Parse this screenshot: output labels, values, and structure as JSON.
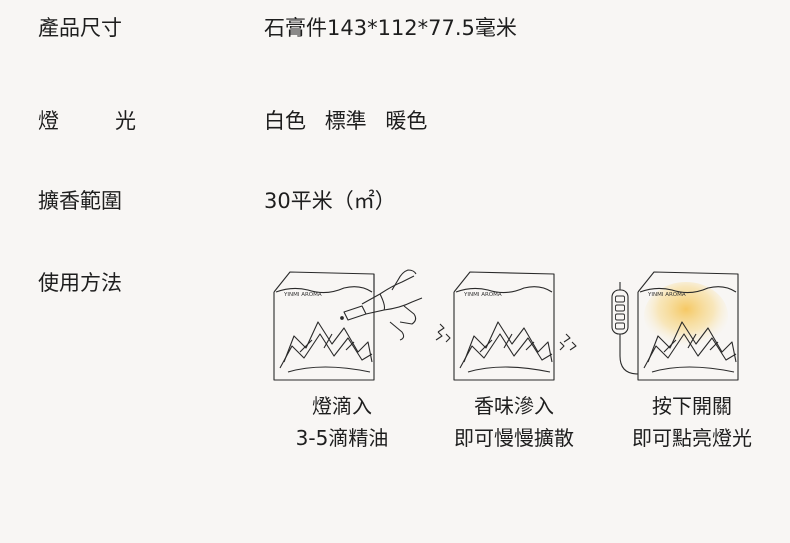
{
  "specs": {
    "size": {
      "label": "產品尺寸",
      "value": "石膏件143*112*77.5毫米"
    },
    "light": {
      "label_chars": [
        "燈",
        "光"
      ],
      "options": [
        "白色",
        "標準",
        "暖色"
      ]
    },
    "area": {
      "label": "擴香範圍",
      "value": "30平米（㎡）"
    },
    "usage": {
      "label": "使用方法"
    }
  },
  "brand_mark": "YINMI AROMA",
  "steps": [
    {
      "line1": "燈滴入",
      "line2": "3-5滴精油"
    },
    {
      "line1": "香味滲入",
      "line2": "即可慢慢擴散"
    },
    {
      "line1": "按下開關",
      "line2": "即可點亮燈光"
    }
  ],
  "colors": {
    "text": "#1e1e1e",
    "background": "#f8f6f4",
    "warm_glow": "#f5c04a"
  }
}
